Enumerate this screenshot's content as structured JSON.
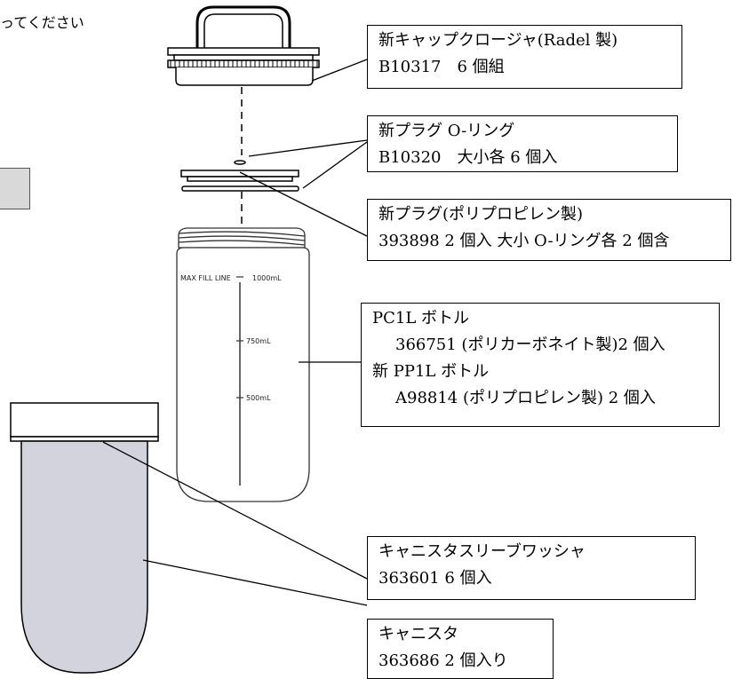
{
  "page_text": {
    "corner": "ってください"
  },
  "bottle_scale": {
    "max_fill": "MAX FILL LINE",
    "mark_1000": "1000mL",
    "mark_750": "750mL",
    "mark_500": "500mL"
  },
  "labels": {
    "cap_closure": {
      "line1": "新キャップクロージャ(Radel 製)",
      "line2": "B10317　6 個組"
    },
    "plug_oring": {
      "line1": "新プラグ O-リング",
      "line2": "B10320　大小各 6 個入"
    },
    "plug": {
      "line1": "新プラグ(ポリプロピレン製)",
      "line2": "393898 2 個入 大小 O-リング各 2 個含"
    },
    "bottle": {
      "line1": "PC1L ボトル",
      "line2": "366751 (ポリカーボネイト製)2 個入",
      "line3": "新 PP1L ボトル",
      "line4": "A98814 (ポリプロピレン製) 2 個入"
    },
    "sleeve_washer": {
      "line1": "キャニスタスリーブワッシャ",
      "line2": "363601 6 個入"
    },
    "canister": {
      "line1": "キャニスタ",
      "line2": "363686 2 個入り"
    }
  }
}
